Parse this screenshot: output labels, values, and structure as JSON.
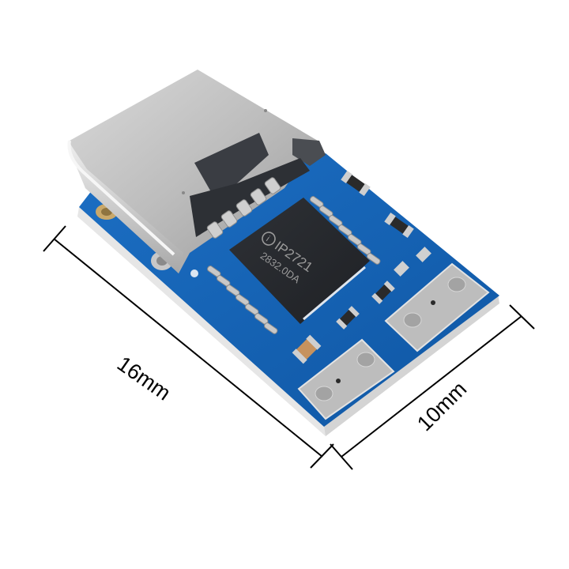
{
  "photo": {
    "subject": "USB-C PD trigger module",
    "background_color": "#ffffff",
    "pcb_color": "#1565b8",
    "chip": {
      "logo": "i",
      "part_number": "IP2721",
      "lot_code": "2832.0DA"
    },
    "connector": "USB Type-C receptacle",
    "pads": [
      "output-pad-left",
      "output-pad-right"
    ]
  },
  "dimensions": {
    "length_label": "16mm",
    "width_label": "10mm"
  }
}
